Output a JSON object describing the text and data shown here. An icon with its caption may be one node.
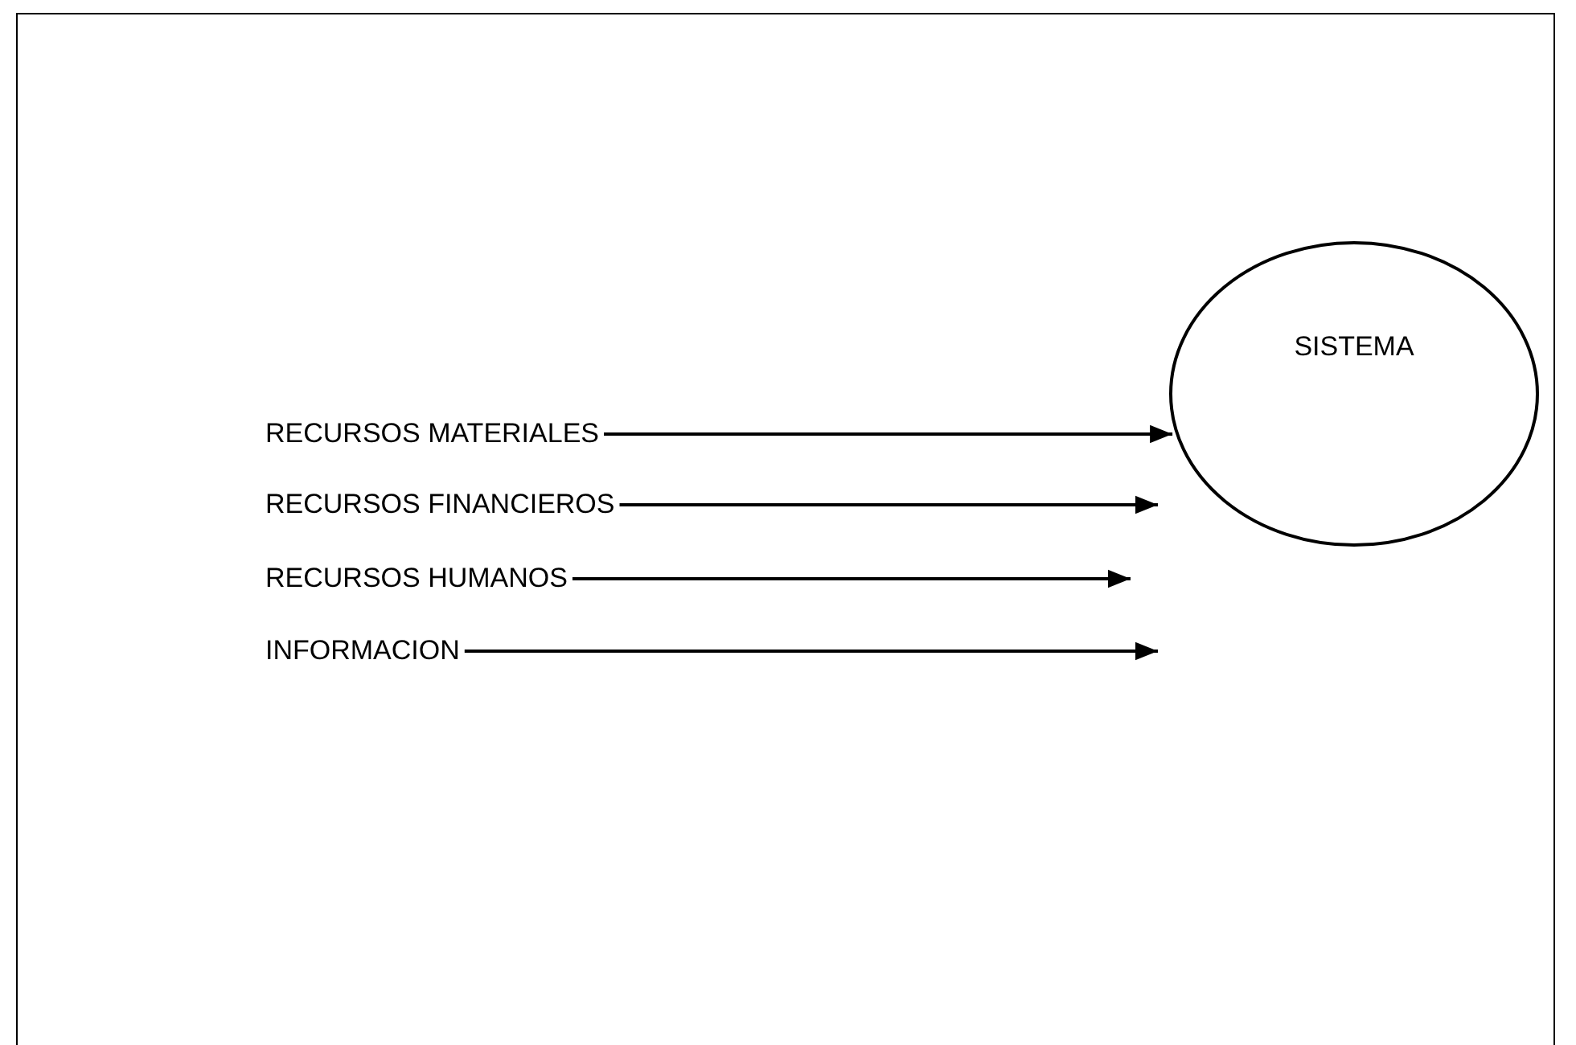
{
  "diagram": {
    "nodes": [
      {
        "text": [
          "RECURSOS MATERIALES"
        ]
      },
      {
        "text": [
          "RECURSOS FINANCIEROS"
        ]
      },
      {
        "text": [
          "RECURSOS HUMANOS"
        ]
      },
      {
        "text": [
          "INFORMACION"
        ]
      },
      {
        "text": [
          "SISTEMA"
        ]
      }
    ],
    "edges": [
      {
        "from": 0,
        "to": 4,
        "arrow": "to"
      },
      {
        "from": 1,
        "to": null,
        "arrow": "to"
      },
      {
        "from": 2,
        "to": null,
        "arrow": "to"
      },
      {
        "from": 3,
        "to": null,
        "arrow": "to"
      }
    ]
  }
}
